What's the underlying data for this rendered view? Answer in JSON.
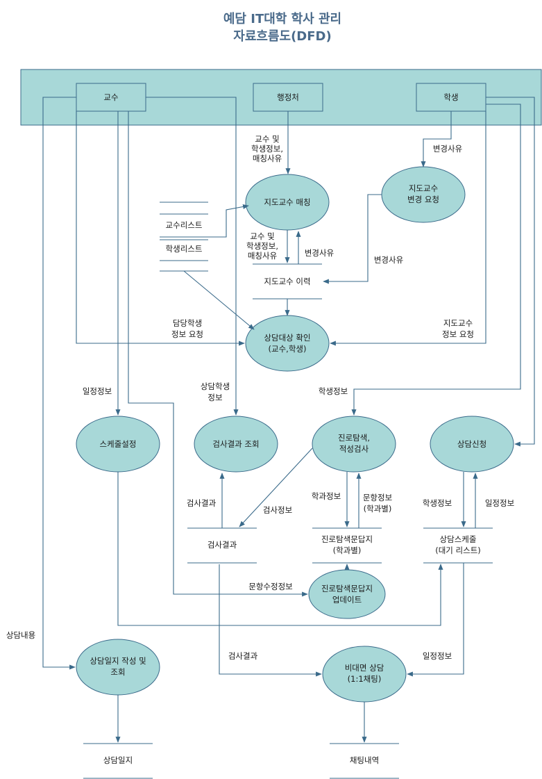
{
  "title": {
    "line1": "예담 IT대학 학사 관리",
    "line2": "자료흐름도(DFD)"
  },
  "entities": {
    "professor": "교수",
    "admin": "행정처",
    "student": "학생"
  },
  "processes": {
    "advisor_matching": "지도교수 매칭",
    "advisor_change_l1": "지도교수",
    "advisor_change_l2": "변경 요청",
    "target_check_l1": "상담대상 확인",
    "target_check_l2": "(교수,학생)",
    "schedule_setting": "스케줄설정",
    "result_view": "검사결과 조회",
    "career_l1": "진로탐색,",
    "career_l2": "적성검사",
    "consult_apply": "상담신청",
    "questionnaire_update_l1": "진로탐색문답지",
    "questionnaire_update_l2": "업데이트",
    "journal_l1": "상담일지 작성 및",
    "journal_l2": "조회",
    "online_l1": "비대면 상담",
    "online_l2": "(1:1채팅)"
  },
  "stores": {
    "professor_list": "교수리스트",
    "student_list": "학생리스트",
    "advisor_history": "지도교수 이력",
    "test_results": "검사결과",
    "questionnaire_l1": "진로탐색문답지",
    "questionnaire_l2": "(학과별)",
    "consult_schedule_l1": "상담스케줄",
    "consult_schedule_l2": "(대기 리스트)",
    "journal": "상담일지",
    "chat_log": "채팅내역"
  },
  "flows": {
    "info_l1": "교수 및",
    "info_l2": "학생정보,",
    "info_l3": "매칭사유",
    "change_reason": "변경사유",
    "change_reason_top": "변경사유",
    "change_reason_mid": "변경사유",
    "info2_l1": "교수 및",
    "info2_l2": "학생정보,",
    "info2_l3": "매칭사유",
    "assigned_l1": "담당학생",
    "assigned_l2": "정보 요청",
    "advisor_req_l1": "지도교수",
    "advisor_req_l2": "정보 요청",
    "schedule_info": "일정정보",
    "consult_student_l1": "상담학생",
    "consult_student_l2": "정보",
    "student_info": "학생정보",
    "test_result": "검사결과",
    "test_info": "검사정보",
    "dept_info": "학과정보",
    "question_info_l1": "문항정보",
    "question_info_l2": "(학과별)",
    "student_info2": "학생정보",
    "schedule_info2": "일정정보",
    "question_edit": "문항수정정보",
    "consult_content": "상담내용",
    "test_result2": "검사결과",
    "schedule_info3": "일정정보"
  },
  "colors": {
    "fill": "#a8d8d8",
    "stroke": "#3a6a8a",
    "title": "#4a6a8a"
  }
}
